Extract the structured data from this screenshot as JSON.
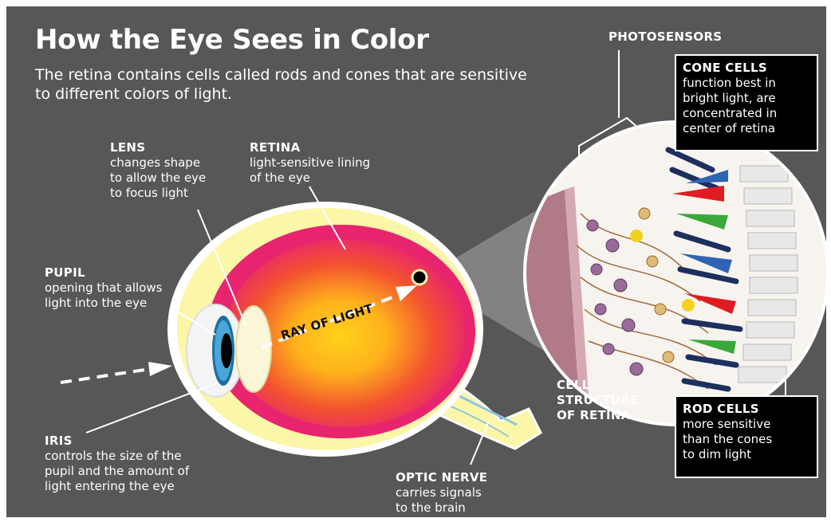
{
  "title": "How the Eye Sees in Color",
  "subtitle": "The retina contains cells called rods and cones that are sensitive to different colors of light.",
  "labels": {
    "lens": {
      "name": "LENS",
      "description": [
        "changes shape",
        "to allow the eye",
        "to focus light"
      ]
    },
    "retina": {
      "name": "RETINA",
      "description": [
        "light-sensitive lining",
        "of the eye"
      ]
    },
    "pupil": {
      "name": "PUPIL",
      "description": [
        "opening that allows",
        "light into the eye"
      ]
    },
    "iris": {
      "name": "IRIS",
      "description": [
        "controls the size of the",
        "pupil and the amount of",
        "light entering the eye"
      ]
    },
    "optic_nerve": {
      "name": "OPTIC NERVE",
      "description": [
        "carries signals",
        "to the brain"
      ]
    },
    "ray_of_light": "RAY OF LIGHT",
    "photosensors": "PHOTOSENSORS",
    "cell_structure": [
      "CELL",
      "STRUCTURE",
      "OF RETINA"
    ],
    "cone_cells": {
      "name": "CONE CELLS",
      "description": [
        "function best in",
        "bright light, are",
        "concentrated in",
        "center of retina"
      ]
    },
    "rod_cells": {
      "name": "ROD CELLS",
      "description": [
        "more sensitive",
        "than the cones",
        "to dim light"
      ]
    }
  },
  "colors": {
    "background": "#575757",
    "eyeball_outer": "#fbf6a8",
    "retina_pink": "#e8246e",
    "center_yellow": "#ffd21a",
    "cone_red": "#e01b22",
    "cone_green": "#3aa83a",
    "cone_blue": "#2f64b4"
  }
}
